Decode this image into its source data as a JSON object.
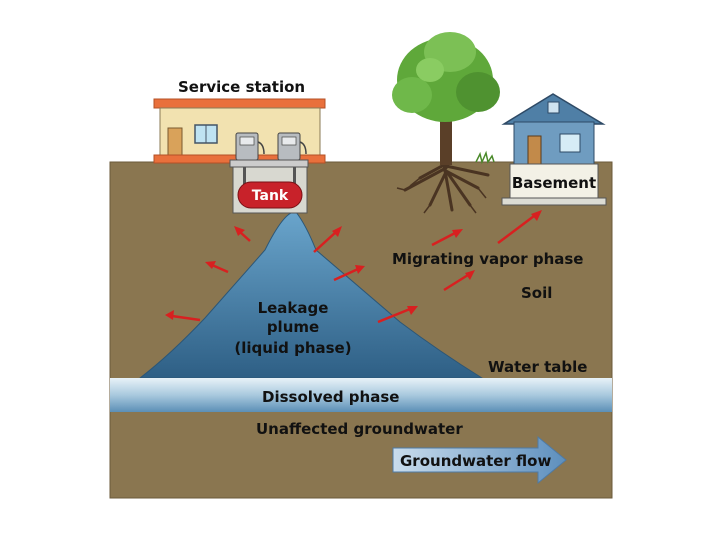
{
  "labels": {
    "service_station": "Service station",
    "tank": "Tank",
    "basement": "Basement",
    "migrating_vapor": "Migrating vapor phase",
    "soil": "Soil",
    "plume_line1": "Leakage",
    "plume_line2": "plume",
    "plume_line3": "(liquid phase)",
    "water_table": "Water table",
    "dissolved": "Dissolved phase",
    "unaffected": "Unaffected groundwater",
    "flow": "Groundwater flow"
  },
  "colors": {
    "soil": "#8a7650",
    "groundwater_band": "#a9c9de",
    "plume": "#3f7ca4",
    "tank": "#c8222a",
    "vapor_arrow": "#d82020",
    "flow_arrow": "#7ea8cc",
    "building_wall": "#f2e2b0",
    "building_roof": "#e9703c",
    "house_wall": "#6f9cc0",
    "house_roof": "#4f7fa6",
    "tree_foliage": "#5fa83a"
  },
  "icons": [
    "fuel-pump-icon",
    "tree-icon",
    "house-icon",
    "vapor-arrow-icon",
    "flow-arrow-icon"
  ]
}
